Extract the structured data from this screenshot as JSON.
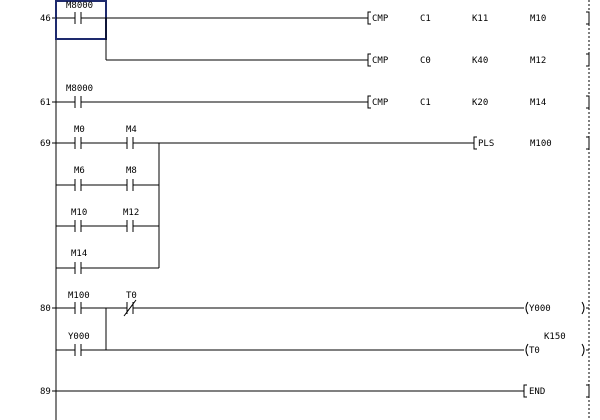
{
  "rungs": [
    {
      "step": "46",
      "contacts": [
        {
          "label": "M8000",
          "type": "NO"
        }
      ],
      "instructions": [
        {
          "op": "CMP",
          "args": [
            "C1",
            "K11",
            "M10"
          ]
        },
        {
          "op": "CMP",
          "args": [
            "C0",
            "K40",
            "M12"
          ]
        }
      ]
    },
    {
      "step": "61",
      "contacts": [
        {
          "label": "M8000",
          "type": "NO"
        }
      ],
      "instructions": [
        {
          "op": "CMP",
          "args": [
            "C1",
            "K20",
            "M14"
          ]
        }
      ]
    },
    {
      "step": "69",
      "branches": [
        [
          {
            "label": "M0",
            "type": "NO"
          },
          {
            "label": "M4",
            "type": "NO"
          }
        ],
        [
          {
            "label": "M6",
            "type": "NO"
          },
          {
            "label": "M8",
            "type": "NO"
          }
        ],
        [
          {
            "label": "M10",
            "type": "NO"
          },
          {
            "label": "M12",
            "type": "NO"
          }
        ],
        [
          {
            "label": "M14",
            "type": "NO"
          }
        ]
      ],
      "instructions": [
        {
          "op": "PLS",
          "args": [
            "M100"
          ]
        }
      ]
    },
    {
      "step": "80",
      "contacts": [
        {
          "label": "M100",
          "type": "NO"
        },
        {
          "label": "T0",
          "type": "NC"
        }
      ],
      "parallel": [
        {
          "label": "Y000",
          "type": "NO"
        }
      ],
      "outputs": [
        {
          "label": "Y000"
        },
        {
          "label": "T0",
          "const": "K150"
        }
      ]
    },
    {
      "step": "89",
      "instructions": [
        {
          "op": "END",
          "args": []
        }
      ]
    }
  ]
}
